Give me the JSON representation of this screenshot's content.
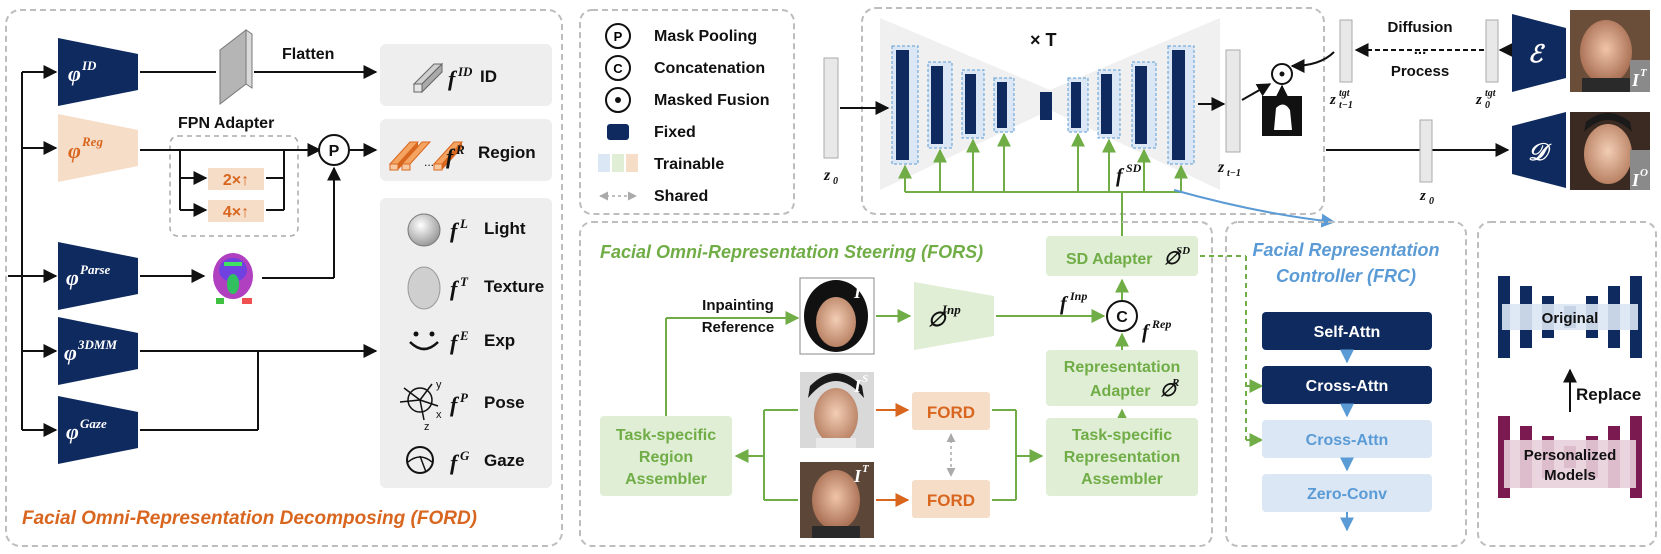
{
  "ford": {
    "title": "Facial Omni-Representation Decomposing (FORD)",
    "enc_id": "φ",
    "enc_id_sup": "ID",
    "enc_reg": "φ",
    "enc_reg_sup": "Reg",
    "enc_parse": "φ",
    "enc_parse_sup": "Parse",
    "enc_3dmm": "φ",
    "enc_3dmm_sup": "3DMM",
    "enc_gaze": "φ",
    "enc_gaze_sup": "Gaze",
    "flatten": "Flatten",
    "fpn_adapter": "FPN  Adapter",
    "up2": "2×↑",
    "up4": "4×↑",
    "pool_symbol": "P",
    "feat_id": "f",
    "feat_id_sup": "ID",
    "feat_id_name": "ID",
    "feat_reg": "f",
    "feat_reg_sup": "R",
    "feat_reg_name": "Region",
    "feat_light": "f",
    "feat_light_sup": "L",
    "feat_light_name": "Light",
    "feat_tex": "f",
    "feat_tex_sup": "T",
    "feat_tex_name": "Texture",
    "feat_exp": "f",
    "feat_exp_sup": "E",
    "feat_exp_name": "Exp",
    "feat_pose": "f",
    "feat_pose_sup": "P",
    "feat_pose_name": "Pose",
    "feat_gaze": "f",
    "feat_gaze_sup": "G",
    "feat_gaze_name": "Gaze",
    "axis_x": "x",
    "axis_y": "y",
    "axis_z": "z"
  },
  "legend": {
    "pool_symbol": "P",
    "pool": "Mask Pooling",
    "concat_symbol": "C",
    "concat": "Concatenation",
    "fusion_symbol": "·",
    "fusion": "Masked Fusion",
    "fixed": "Fixed",
    "trainable": "Trainable",
    "shared": "Shared"
  },
  "unet": {
    "times": "× T",
    "z0": "z",
    "z0_sub": "0",
    "zt": "z",
    "zt_sub": "t−1",
    "fsd": "f",
    "fsd_sup": "SD"
  },
  "diffusion": {
    "line1": "Diffusion",
    "dots": "...",
    "line2": "Process",
    "zt_tgt": "z",
    "zt_tgt_sup": "tgt",
    "zt_tgt_sub": "t−1",
    "z0_tgt": "z",
    "z0_tgt_sup": "tgt",
    "z0_tgt_sub": "0",
    "encoder": "ℰ",
    "decoder": "𝒟",
    "img_t": "I",
    "img_t_sup": "T",
    "img_o": "I",
    "img_o_sup": "O",
    "z0_out": "z",
    "z0_out_sub": "0"
  },
  "fors": {
    "title": "Facial Omni-Representation Steering (FORS)",
    "inpaint_ref_1": "Inpainting",
    "inpaint_ref_2": "Reference",
    "img_r": "I",
    "img_r_sup": "R",
    "img_s": "I",
    "img_s_sup": "S",
    "img_t": "I",
    "img_t_sup": "T",
    "inp": "∅",
    "inp_sup": "Inp",
    "finp": "f",
    "finp_sup": "Inp",
    "concat": "C",
    "frep": "f",
    "frep_sup": "Rep",
    "sd_adapter": "SD Adapter",
    "sd_adapter_sym": "∅",
    "sd_adapter_sup": "SD",
    "rep_adapter_1": "Representation",
    "rep_adapter_2": "Adapter",
    "rep_adapter_sym": "∅",
    "rep_adapter_sup": "R",
    "ford1": "FORD",
    "ford2": "FORD",
    "region_assembler": [
      "Task-specific",
      "Region",
      "Assembler"
    ],
    "rep_assembler": [
      "Task-specific",
      "Representation",
      "Assembler"
    ]
  },
  "frc": {
    "title_1": "Facial Representation",
    "title_2": "Controller (FRC)",
    "self_attn": "Self-Attn",
    "cross_attn_1": "Cross-Attn",
    "cross_attn_2": "Cross-Attn",
    "zero_conv": "Zero-Conv"
  },
  "right": {
    "original": "Original",
    "replace": "Replace",
    "personalized_1": "Personalized",
    "personalized_2": "Models"
  },
  "colors": {
    "navy": "#0f2a5f",
    "orange": "#f5ddc8",
    "orange_dark": "#d9661f",
    "green": "#70ad47",
    "green_fill": "#dfeed5",
    "blue_text": "#5b9bd5",
    "blue_fill": "#dbe7f5",
    "maroon": "#7a1a50",
    "gray_panel": "#eeeeee"
  }
}
